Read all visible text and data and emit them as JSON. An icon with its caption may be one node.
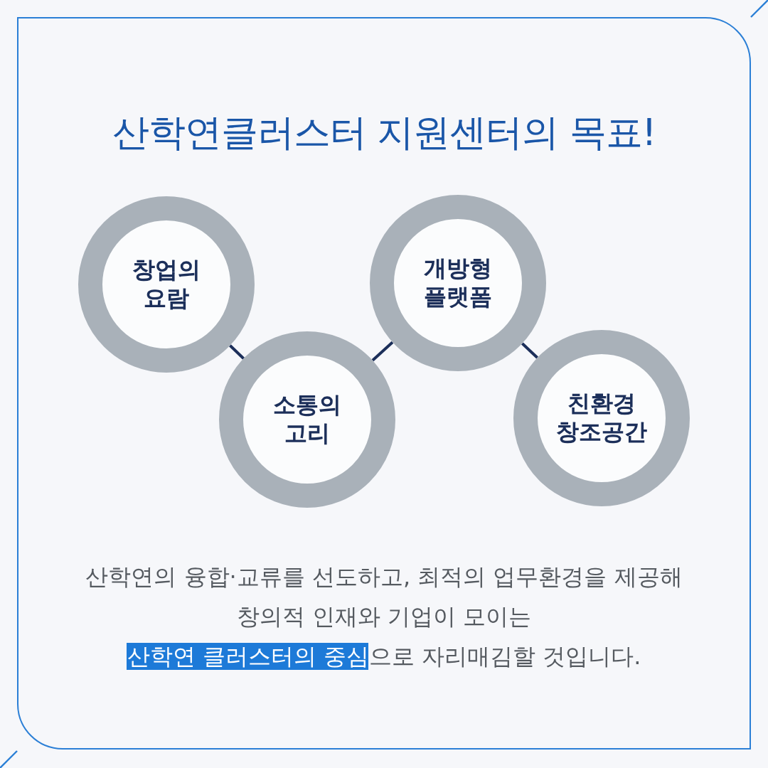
{
  "diagram": {
    "title": "산학연클러스터 지원센터의 목표!",
    "nodes": [
      {
        "text": [
          "창업의 요람"
        ]
      },
      {
        "text": [
          "소통의 고리"
        ]
      },
      {
        "text": [
          "개방형 플랫폼"
        ]
      },
      {
        "text": [
          "친환경 창조공간"
        ]
      }
    ],
    "edges": [
      {
        "from": 0,
        "to": 1,
        "arrow": "none"
      },
      {
        "from": 1,
        "to": 2,
        "arrow": "none"
      },
      {
        "from": 2,
        "to": 3,
        "arrow": "none"
      }
    ],
    "labels": [
      "산학연의 융합·교류를 선도하고, 최적의 업무환경을 제공해 창의적 인재와 기업이 모이는 **산학연 클러스터의 중심**으로 자리매김할 것입니다."
    ]
  }
}
